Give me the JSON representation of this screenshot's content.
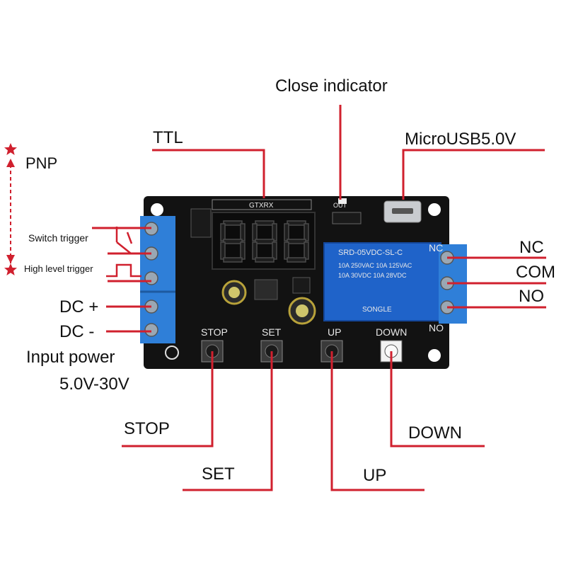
{
  "labels": {
    "close_indicator": "Close indicator",
    "ttl": "TTL",
    "microusb": "MicroUSB5.0V",
    "pnp": "PNP",
    "switch_trigger": "Switch trigger",
    "high_level_trigger": "High level trigger",
    "dc_plus": "DC +",
    "dc_minus": "DC -",
    "input_power": "Input power",
    "voltage_range": "5.0V-30V",
    "nc": "NC",
    "com": "COM",
    "no": "NO",
    "stop": "STOP",
    "set": "SET",
    "up": "UP",
    "down": "DOWN"
  },
  "board": {
    "silk_stop": "STOP",
    "silk_set": "SET",
    "silk_up": "UP",
    "silk_down": "DOWN",
    "silk_nc": "NC",
    "silk_no": "NO",
    "silk_gtxrx": "GTXRX",
    "silk_out": "OUT",
    "relay_model": "SRD-05VDC-SL-C",
    "relay_rating_1": "10A 250VAC  10A 125VAC",
    "relay_rating_2": "10A 30VDC  10A 28VDC",
    "relay_brand": "SONGLE",
    "display_digits": "8.8.8."
  },
  "colors": {
    "callout_line": "#d0202e",
    "pcb": "#121212",
    "terminal": "#2f7fd8",
    "relay": "#1f63c9",
    "star": "#d0202e"
  }
}
